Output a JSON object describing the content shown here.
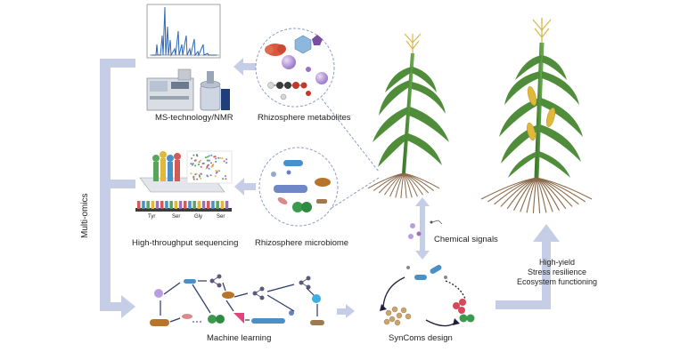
{
  "labels": {
    "ms_tech": "MS-technology/NMR",
    "metabolites": "Rhizosphere metabolites",
    "sequencing": "High-throughput  sequencing",
    "microbiome": "Rhizosphere microbiome",
    "multi_omics": "Multi-omics",
    "chemical_signals": "Chemical signals",
    "machine_learning": "Machine learning",
    "syncoms": "SynComs design",
    "outcomes": [
      "High-yield",
      "Stress resilience",
      "Ecosystem functioning"
    ],
    "amino_acids": [
      "Tyr",
      "Ser",
      "Gly",
      "Ser"
    ]
  },
  "colors": {
    "arrow": "#c5cee6",
    "dashed_circle": "#8e9cc8",
    "plant_green": "#4f8d3a",
    "root_brown": "#8a6a4a",
    "spectrum_blue": "#2e66b8"
  }
}
